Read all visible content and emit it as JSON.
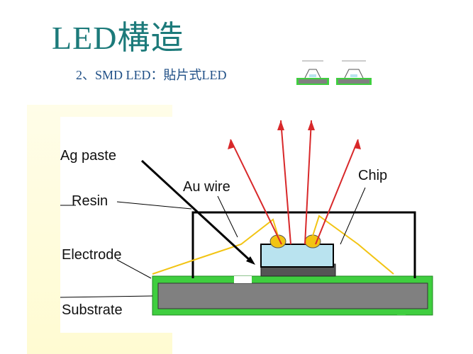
{
  "slide": {
    "title": "LED構造",
    "subtitle": "2、SMD LED：貼片式LED"
  },
  "diagram": {
    "labels": {
      "ag_paste": "Ag paste",
      "au_wire": "Au wire",
      "chip": "Chip",
      "resin": "Resin",
      "electrode": "Electrode",
      "substrate": "Substrate"
    },
    "colors": {
      "light_ray": "#d8282a",
      "electrode": "#3fce3f",
      "substrate": "#808080",
      "chip": "#b9e3ef",
      "wire": "#f2c413",
      "resin_outline": "#000000"
    }
  }
}
